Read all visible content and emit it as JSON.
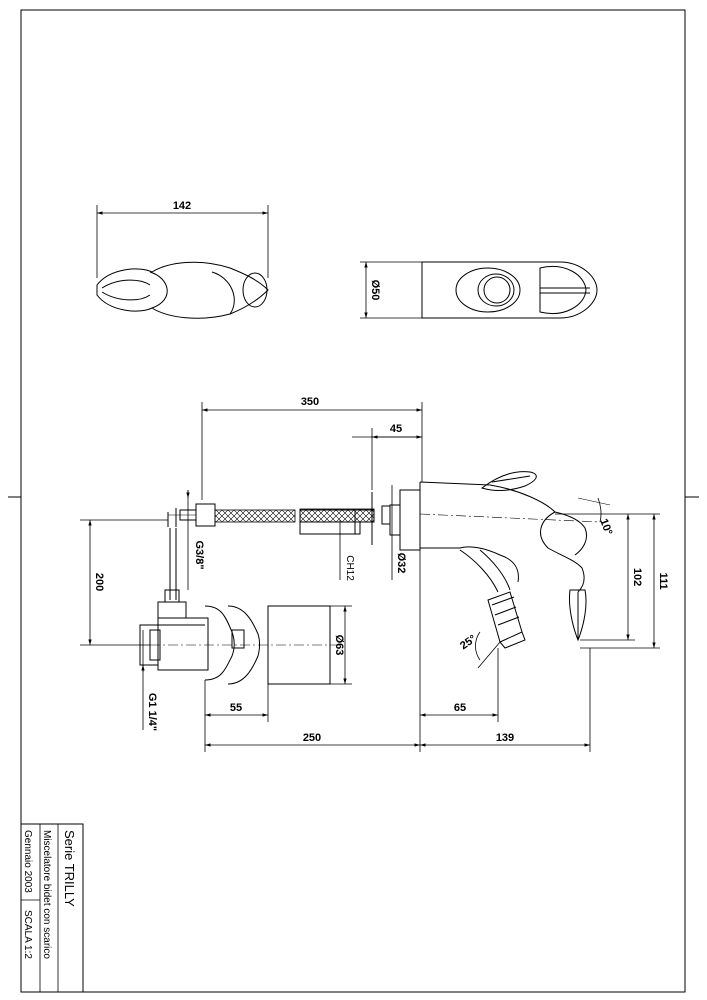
{
  "title_block": {
    "series": "Serie TRILLY",
    "description": "Miscelatore bidet con scarico",
    "date": "Gennaio 2003",
    "scale": "SCALA 1:2"
  },
  "dimensions": {
    "top_width": "142",
    "top_diameter": "Ø50",
    "overall_length": "350",
    "wall_offset": "45",
    "thread_hose": "G3/8\"",
    "wrench": "CH12",
    "shank_diameter": "Ø32",
    "angle_spout": "10°",
    "height_102": "102",
    "height_111": "111",
    "drop_200": "200",
    "drain_diameter": "Ø63",
    "drain_thread": "G1 1/4\"",
    "drain_55": "55",
    "base_250": "250",
    "spout_reach_65": "65",
    "spout_139": "139",
    "angle_aerator": "25°"
  }
}
